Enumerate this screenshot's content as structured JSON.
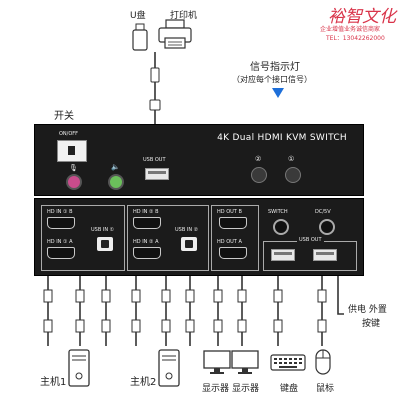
{
  "watermark": {
    "brand": "裕智文化",
    "line2": "企业增值业务诚信商家",
    "phone": "TEL：13042262000",
    "color": "#d9344a"
  },
  "top_devices": {
    "udisk_label": "U盘",
    "printer_label": "打印机"
  },
  "signal_light": {
    "title": "信号指示灯",
    "subtitle": "（对应每个接口信号）",
    "arrow_color": "#1e6fd9"
  },
  "switch_label": "开关",
  "front_panel": {
    "product_name": "4K Dual HDMI KVM SWITCH",
    "on_off_label": "ON/OFF",
    "usb_out_label": "USB OUT",
    "led1": "②",
    "led2": "①"
  },
  "rear_panel": {
    "hd_in_1b": "HD IN ① B",
    "hd_in_1a": "HD IN ① A",
    "usb_in_1": "USB IN ①",
    "hd_in_2b": "HD IN ② B",
    "hd_in_2a": "HD IN ② A",
    "usb_in_2": "USB IN ②",
    "hd_out_b": "HD OUT B",
    "hd_out_a": "HD OUT A",
    "switch": "SWITCH",
    "dc5v": "DC/5V",
    "usb_out": "USB OUT"
  },
  "side_label": {
    "line1": "供电 外置",
    "line2": "按键"
  },
  "bottom_labels": {
    "host1": "主机1",
    "host2": "主机2",
    "monitor1": "显示器",
    "monitor2": "显示器",
    "keyboard": "键盘",
    "mouse": "鼠标"
  }
}
